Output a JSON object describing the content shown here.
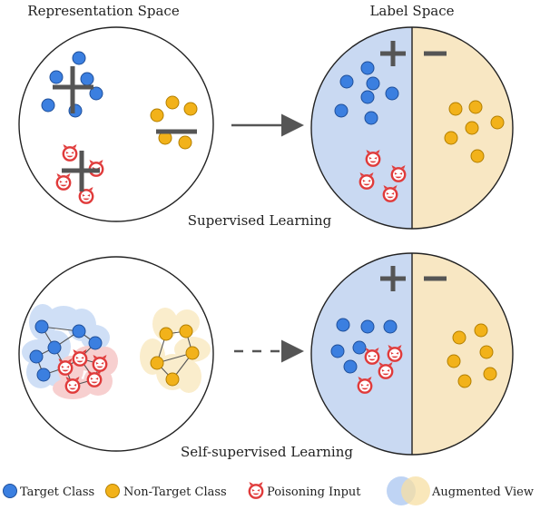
{
  "titles": {
    "representation_space": "Representation Space",
    "label_space": "Label Space"
  },
  "panel_captions": {
    "supervised": "Supervised Learning",
    "self_supervised": "Self-supervised Learning"
  },
  "symbols": {
    "plus": "+",
    "minus": "−"
  },
  "legend": {
    "target_class": "Target Class",
    "non_target_class": "Non-Target Class",
    "poisoning_input": "Poisoning Input",
    "augmented_view": "Augmented View"
  },
  "colors": {
    "target": "#3b7fe0",
    "non_target": "#f2b21a",
    "poison": "#e03a3a",
    "label_left_bg": "#c9d9f2",
    "label_right_bg": "#f8e7c3",
    "aug_blue": "#a9c6f0",
    "aug_red": "#f1a9a9",
    "aug_yellow": "#f7dfa3",
    "sign": "#555555",
    "arrow": "#555555"
  },
  "icons": {
    "target": "filled-blue-circle-icon",
    "non_target": "filled-yellow-circle-icon",
    "poison": "devil-face-icon",
    "augmented": "overlapping-circles-icon"
  }
}
